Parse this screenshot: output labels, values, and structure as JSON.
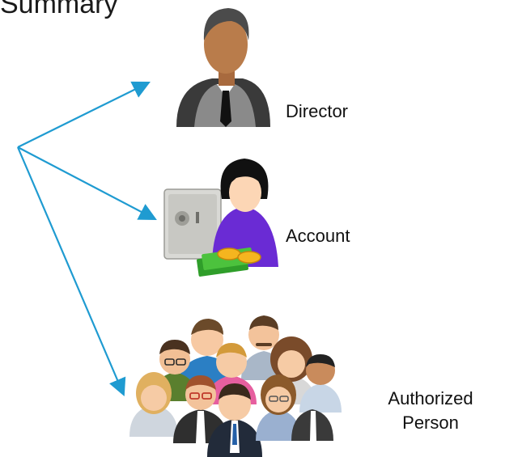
{
  "diagram": {
    "title": "Summary",
    "nodes": [
      {
        "id": "director",
        "label": "Director",
        "icon": "director-businessman-icon"
      },
      {
        "id": "account",
        "label": "Account",
        "icon": "accountant-safe-money-icon"
      },
      {
        "id": "authorized",
        "label_line1": "Authorized",
        "label_line2": "Person",
        "icon": "group-of-people-icon"
      }
    ],
    "edges": [
      {
        "from": "origin",
        "to": "director"
      },
      {
        "from": "origin",
        "to": "account"
      },
      {
        "from": "origin",
        "to": "authorized"
      }
    ],
    "colors": {
      "arrow": "#1f9bd1"
    }
  }
}
